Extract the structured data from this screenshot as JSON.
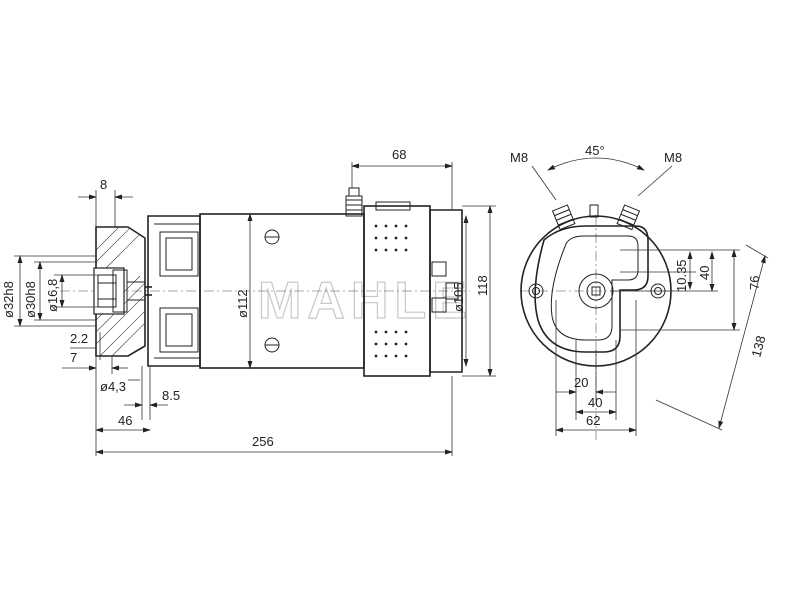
{
  "watermark": "MAHLE",
  "side_view": {
    "dims": {
      "top_68": "68",
      "top_8": "8",
      "d32h8": "ø32h8",
      "d30h8": "ø30h8",
      "d16_8": "ø16,8",
      "d2_2": "2.2",
      "d7": "7",
      "d4_3": "ø4,3",
      "d8_5": "8.5",
      "d46": "46",
      "d256": "256",
      "d112": "ø112",
      "d105": "ø105",
      "d118": "118"
    }
  },
  "end_view": {
    "dims": {
      "m8_left": "M8",
      "m8_right": "M8",
      "angle": "45°",
      "d10_35": "10.35",
      "d40_v": "40",
      "d76": "76",
      "d138": "138",
      "d20": "20",
      "d40_h": "40",
      "d62": "62"
    }
  }
}
